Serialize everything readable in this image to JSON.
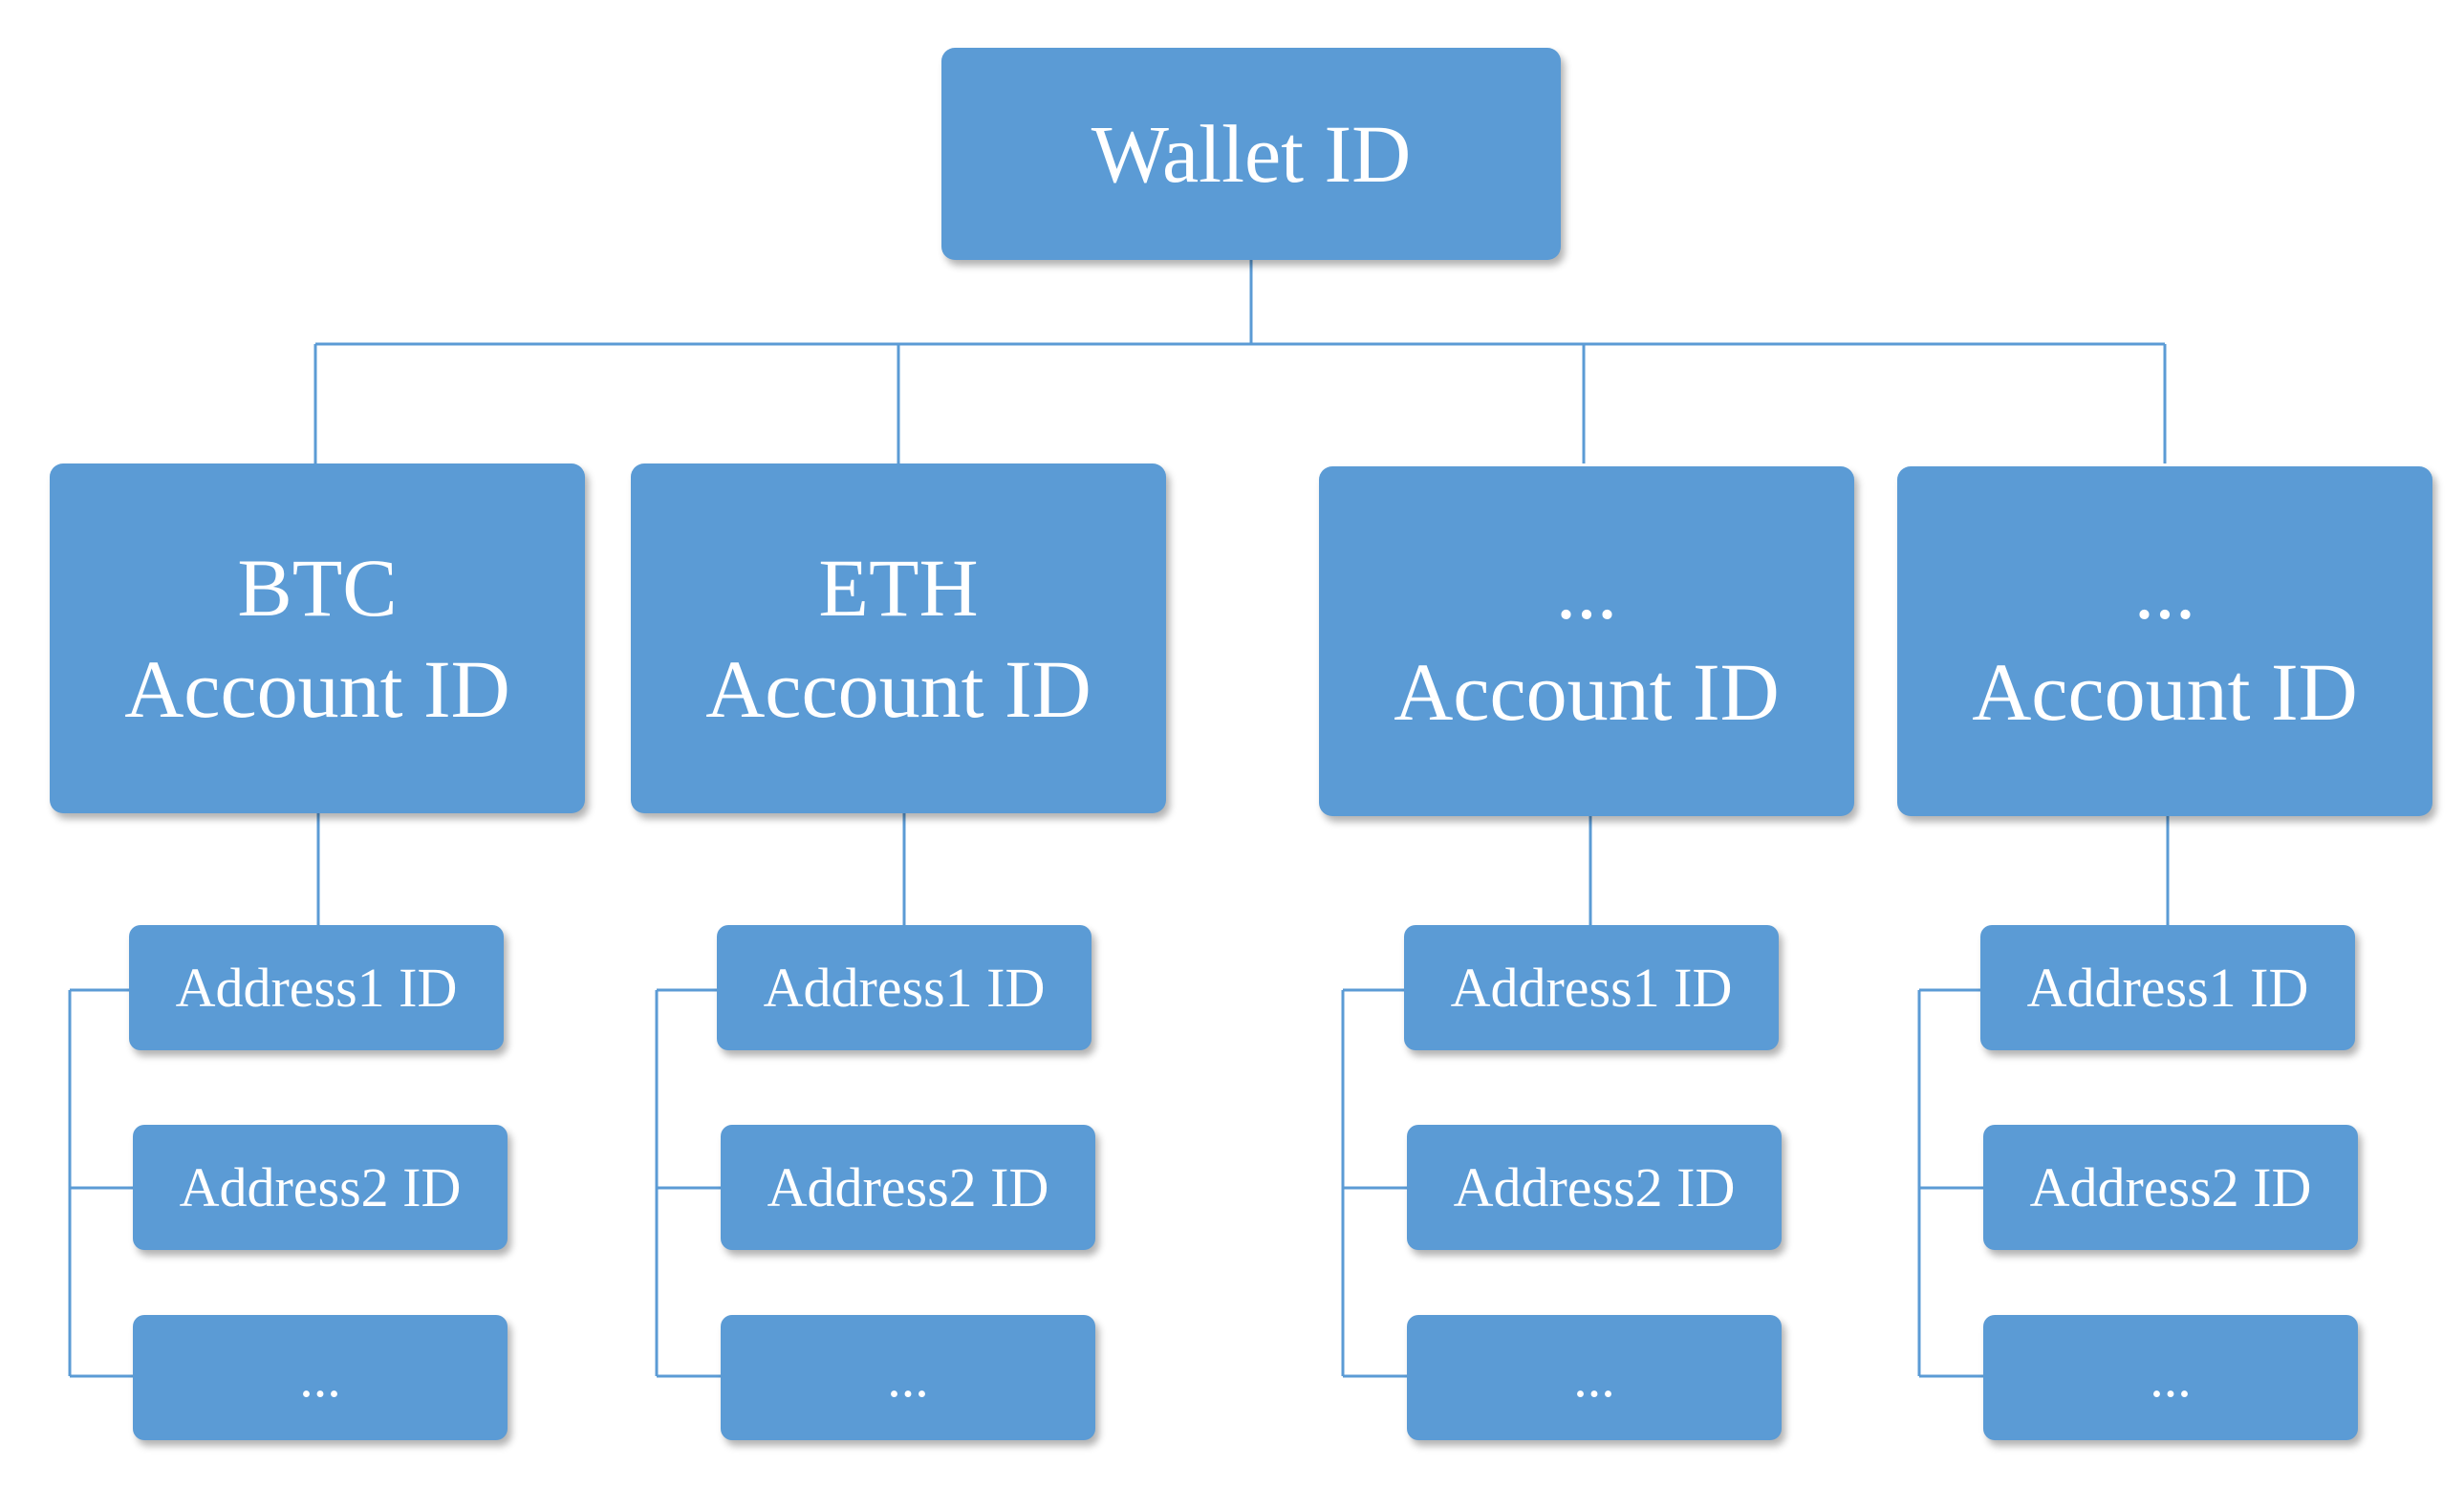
{
  "wallet": {
    "label": "Wallet ID"
  },
  "accounts": [
    {
      "coin": "BTC",
      "label": "Account ID",
      "addresses": [
        "Address1 ID",
        "Address2 ID",
        "..."
      ]
    },
    {
      "coin": "ETH",
      "label": "Account ID",
      "addresses": [
        "Address1 ID",
        "Address2 ID",
        "..."
      ]
    },
    {
      "coin": "...",
      "label": "Account ID",
      "addresses": [
        "Address1 ID",
        "Address2 ID",
        "..."
      ]
    },
    {
      "coin": "...",
      "label": "Account ID",
      "addresses": [
        "Address1 ID",
        "Address2 ID",
        "..."
      ]
    }
  ],
  "colors": {
    "box_fill": "#5b9bd5",
    "connector": "#5b9bd5",
    "text": "#ffffff",
    "background": "#ffffff"
  }
}
